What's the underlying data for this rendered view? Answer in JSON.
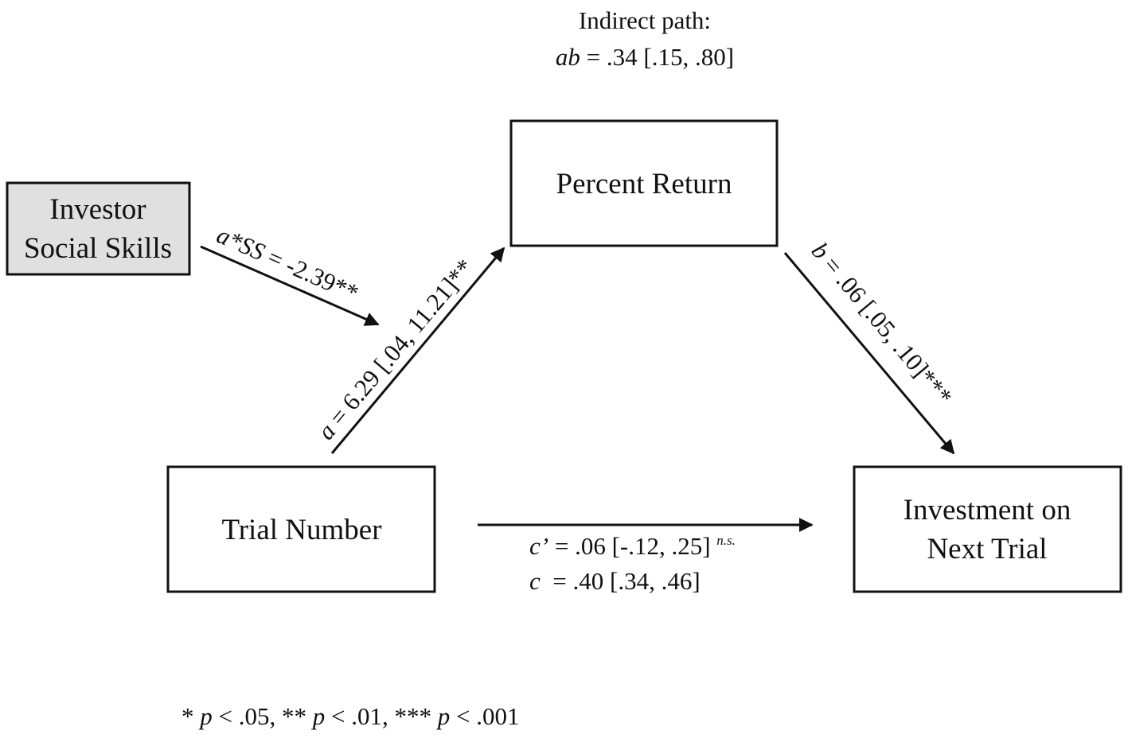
{
  "colors": {
    "ink": "#111111",
    "moderator_fill": "#e0e0e0"
  },
  "indirect": {
    "title": "Indirect path:",
    "label": "ab",
    "value": " = .34 [.15, .80]"
  },
  "nodes": {
    "moderator": {
      "line1": "Investor",
      "line2": "Social Skills"
    },
    "mediator": {
      "label": "Percent Return"
    },
    "predictor": {
      "label": "Trial Number"
    },
    "outcome": {
      "line1": "Investment on",
      "line2": "Next Trial"
    }
  },
  "paths": {
    "moderation": {
      "label": "a*SS",
      "value": " = -2.39**"
    },
    "a_path": {
      "label": "a",
      "value": " = 6.29 [.04, 11.21]**"
    },
    "b_path": {
      "label": "b",
      "value": " = .06 [.05, .10]***"
    },
    "direct": {
      "c_prime_label": "c’",
      "c_prime_value": " = .06 [-.12, .25] ",
      "c_prime_sig": "n.s.",
      "c_label": "c",
      "c_value": "  = .40 [.34, .46]"
    }
  },
  "footnote": {
    "s1": "* ",
    "p1": "p",
    "v1": " < .05, ** ",
    "p2": "p",
    "v2": " < .01, *** ",
    "p3": "p",
    "v3": " < .001"
  }
}
